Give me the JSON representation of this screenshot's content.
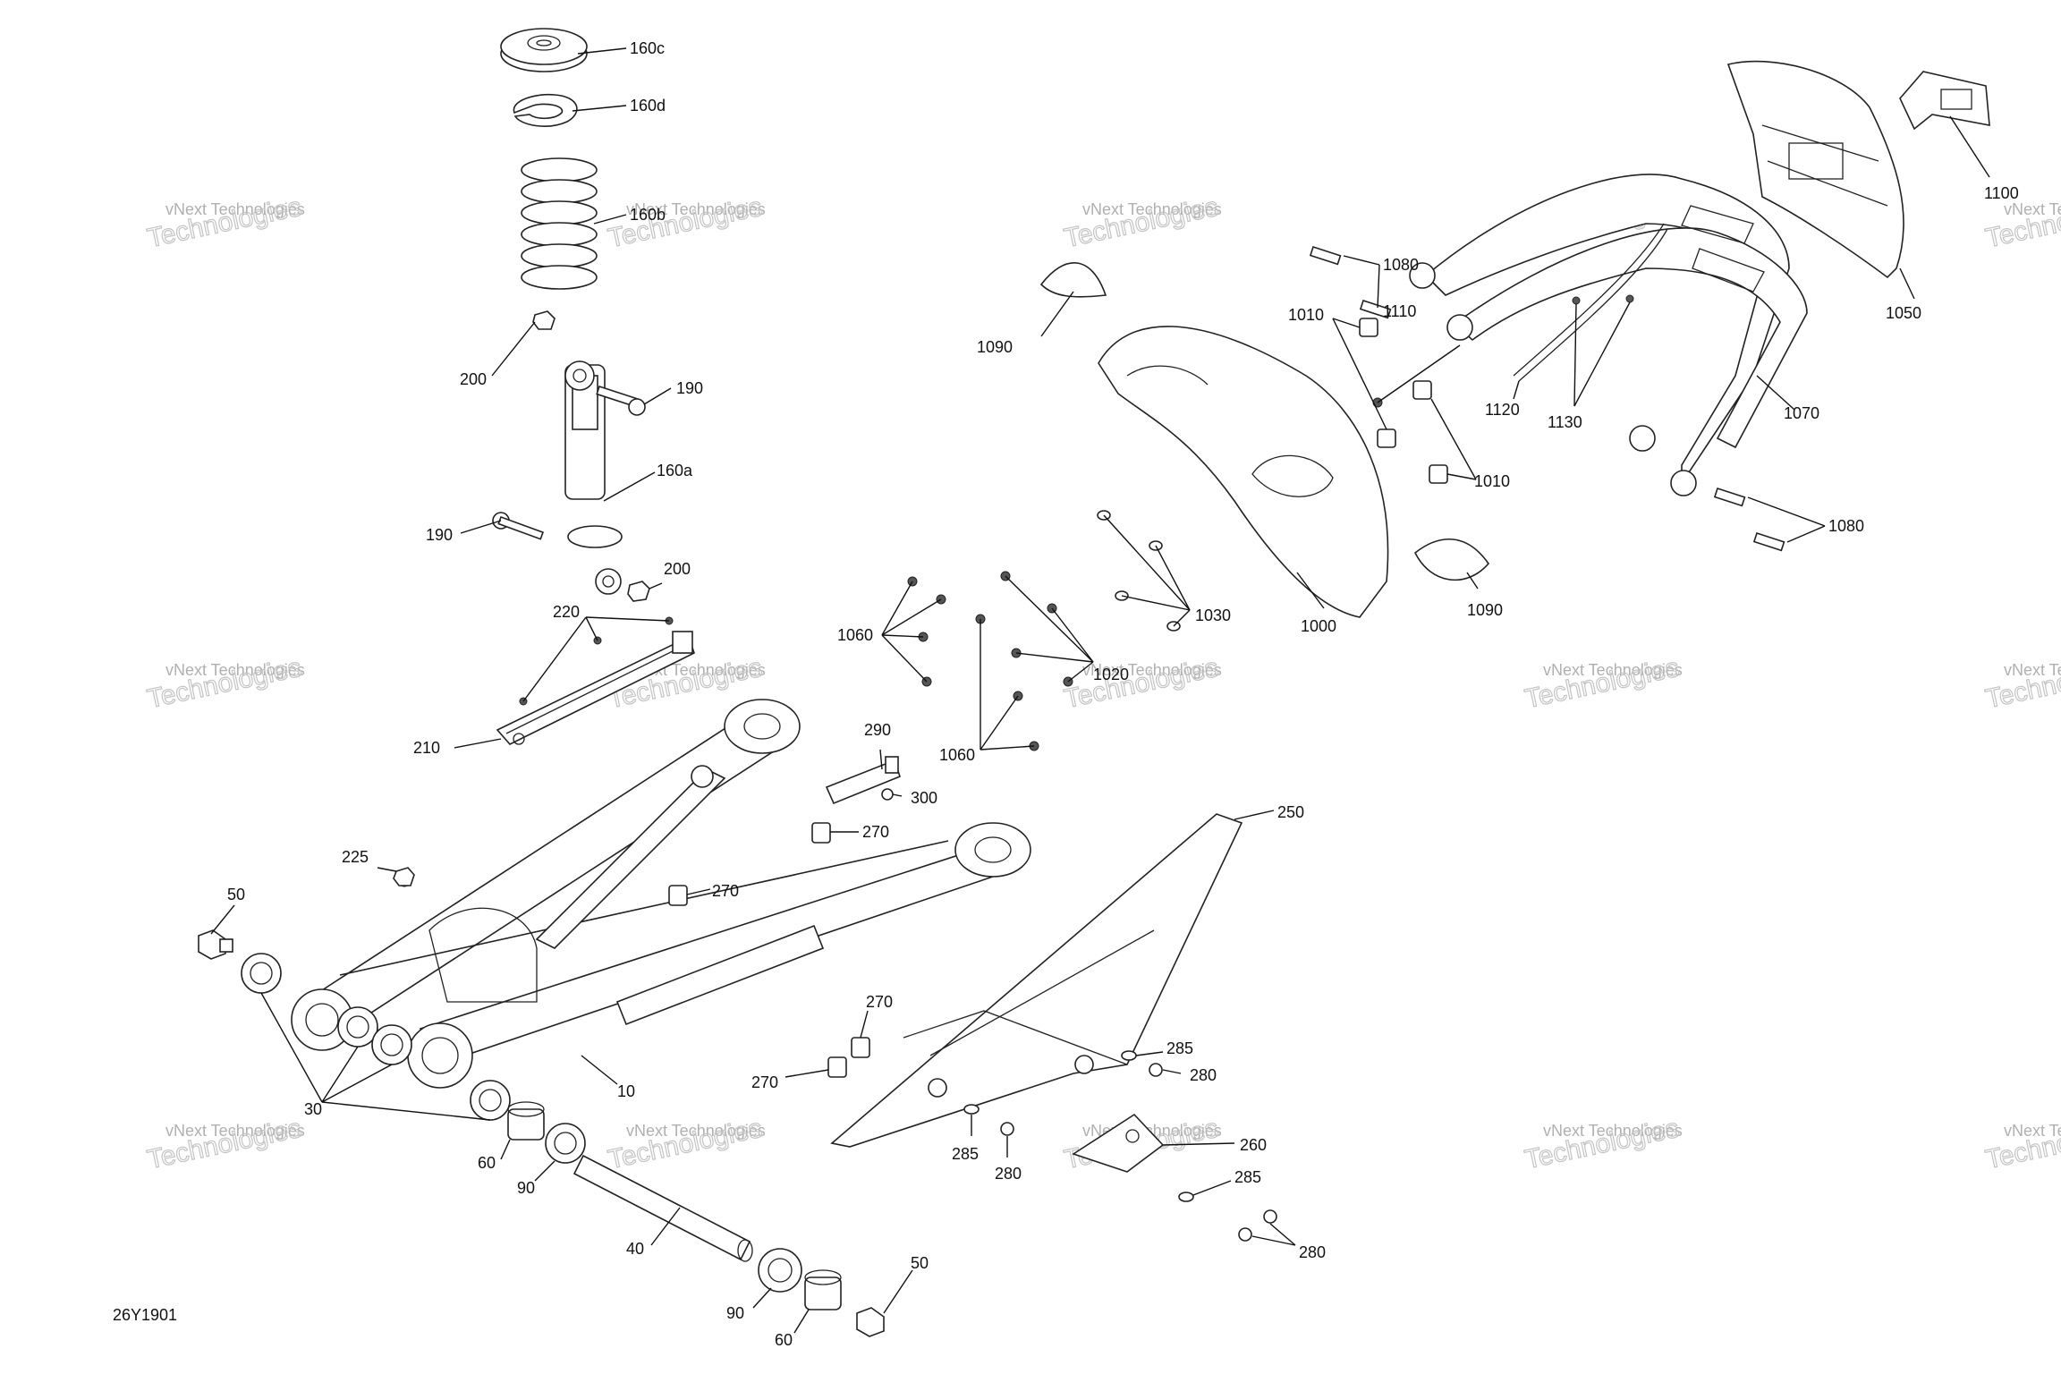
{
  "diagram_code": "26Y1901",
  "watermark": {
    "line1": "vNext Technologies",
    "line2": "Technologies"
  },
  "callouts": [
    "160c",
    "160d",
    "160b",
    "200",
    "190",
    "160a",
    "190",
    "200",
    "220",
    "210",
    "225",
    "50",
    "30",
    "10",
    "60",
    "90",
    "40",
    "90",
    "60",
    "50",
    "1090",
    "1000",
    "1090",
    "1030",
    "1020",
    "1060",
    "1060",
    "290",
    "300",
    "270",
    "270",
    "270",
    "270",
    "250",
    "285",
    "280",
    "285",
    "280",
    "260",
    "285",
    "280",
    "1080",
    "1010",
    "1110",
    "1010",
    "1120",
    "1130",
    "1070",
    "1080",
    "1050",
    "1100"
  ]
}
